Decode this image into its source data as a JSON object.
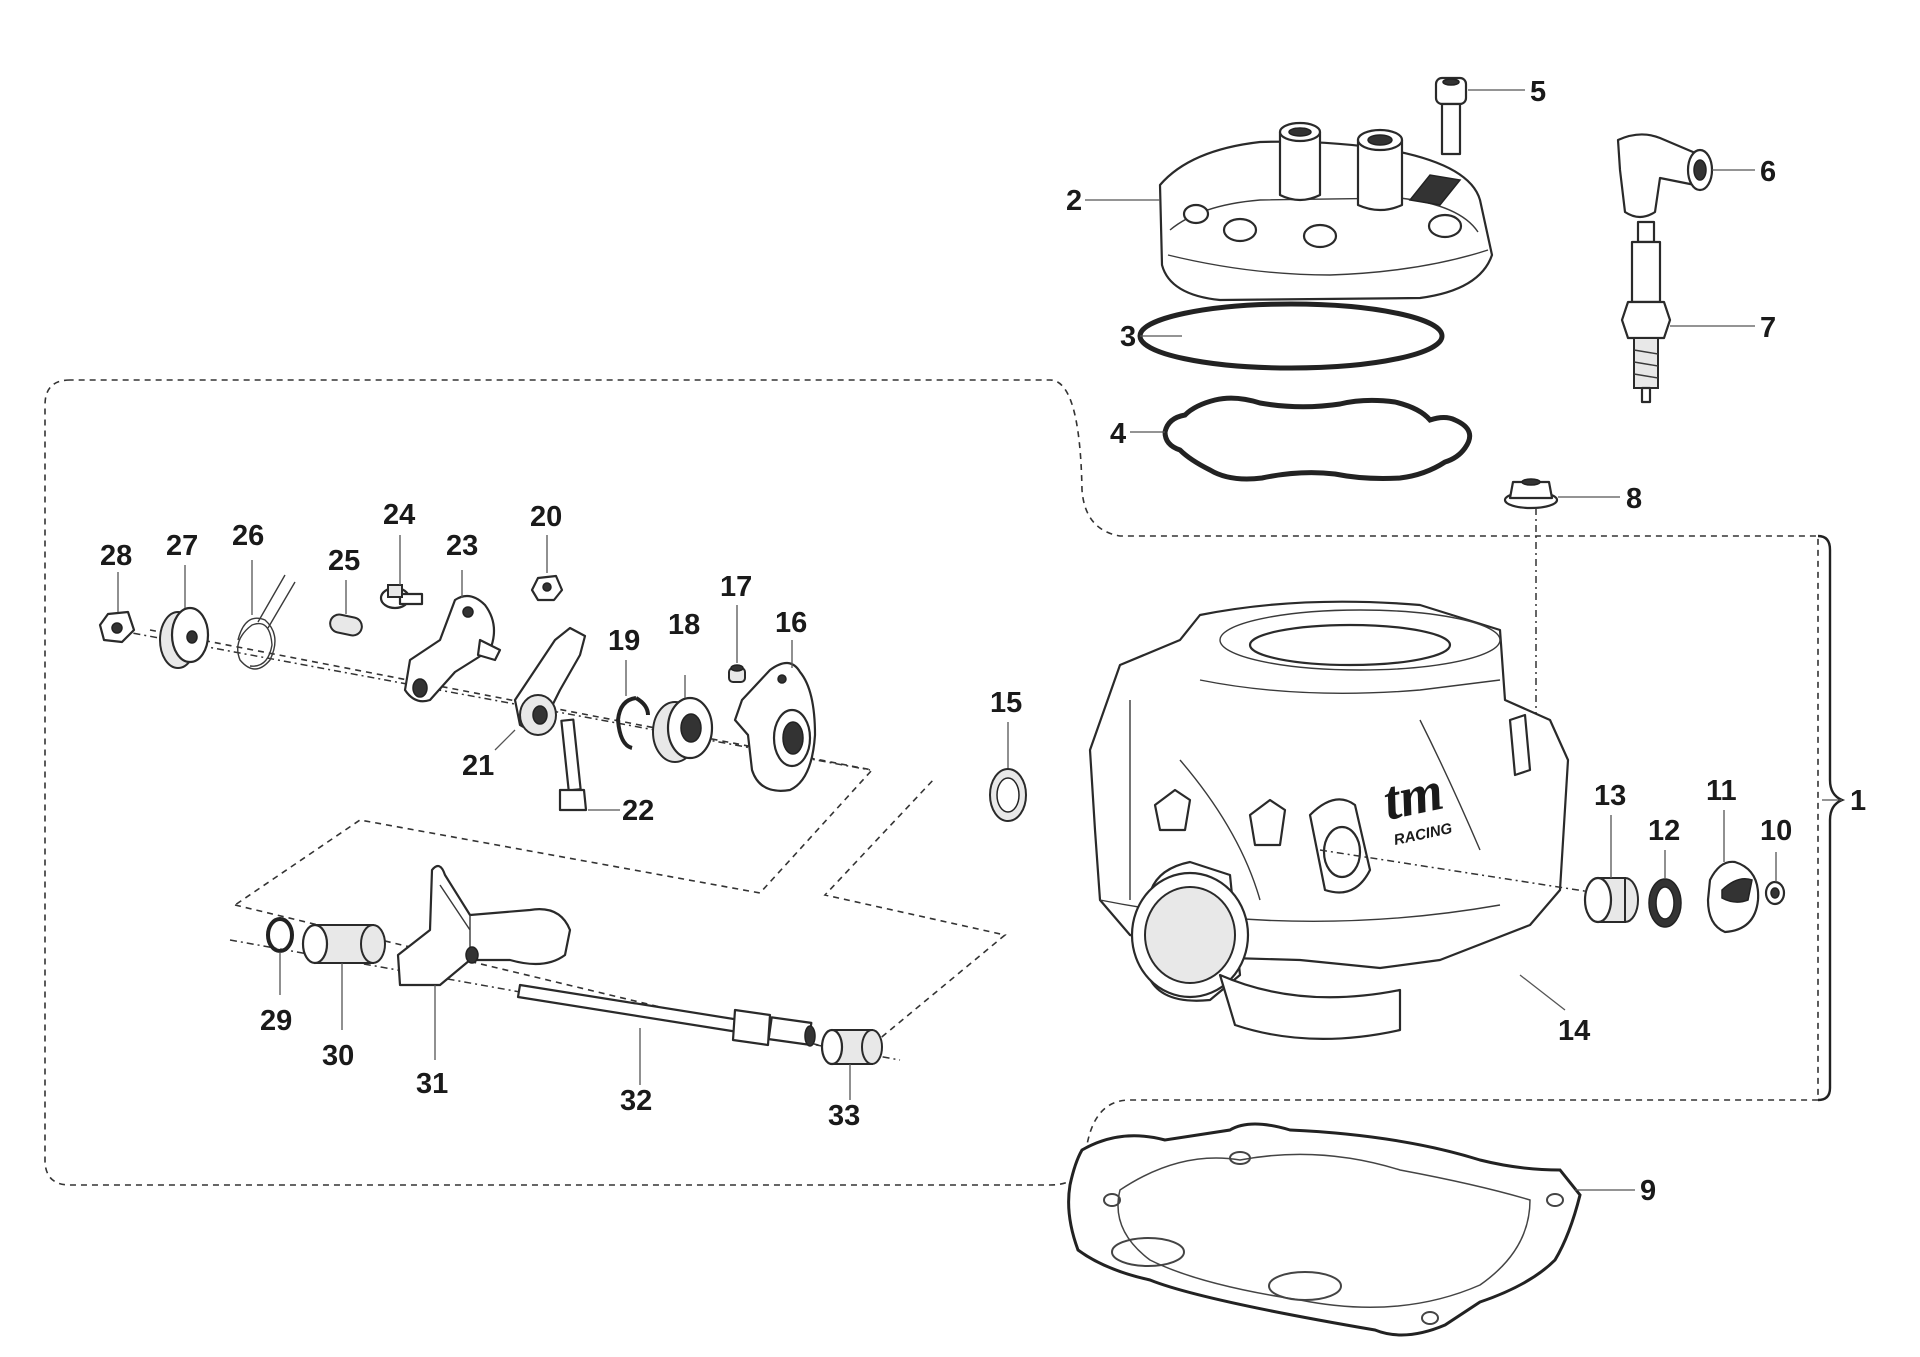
{
  "diagram": {
    "part_numbers": [
      "1",
      "2",
      "3",
      "4",
      "5",
      "6",
      "7",
      "8",
      "9",
      "10",
      "11",
      "12",
      "13",
      "14",
      "15",
      "16",
      "17",
      "18",
      "19",
      "20",
      "21",
      "22",
      "23",
      "24",
      "25",
      "26",
      "27",
      "28",
      "29",
      "30",
      "31",
      "32",
      "33"
    ],
    "logo": {
      "brand": "tm",
      "subtitle": "RACING"
    }
  }
}
